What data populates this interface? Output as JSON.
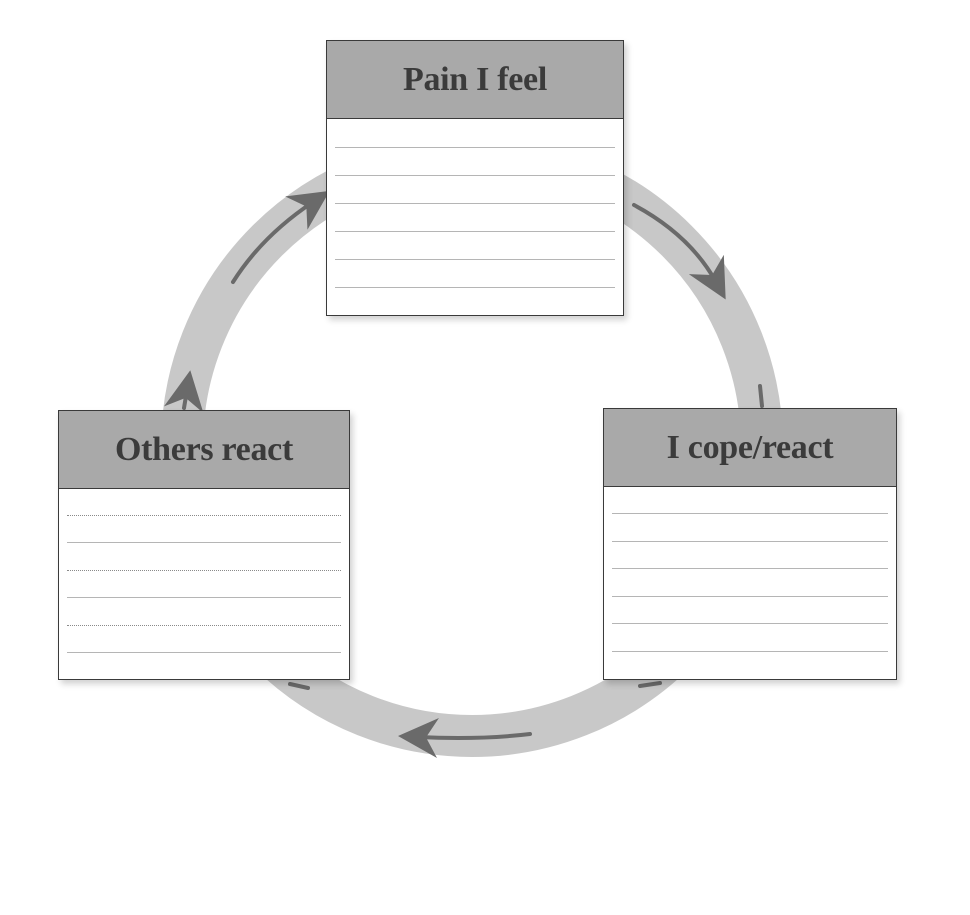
{
  "diagram": {
    "type": "cycle",
    "direction": "clockwise",
    "colors": {
      "header_fill": "#a9a9a9",
      "ring": "#c8c8c8",
      "arrow": "#6a6a6a",
      "border": "#3a3a3a"
    },
    "boxes": [
      {
        "id": "pain",
        "label": "Pain I feel",
        "position": "top",
        "lines": 6
      },
      {
        "id": "cope",
        "label": "I cope/react",
        "position": "bottom-right",
        "lines": 6
      },
      {
        "id": "others",
        "label": "Others react",
        "position": "bottom-left",
        "lines": 6
      }
    ],
    "arrows": [
      {
        "from": "pain",
        "to": "cope",
        "icon": "arrow-right-down-icon"
      },
      {
        "from": "cope",
        "to": "others",
        "icon": "arrow-left-icon"
      },
      {
        "from": "others",
        "to": "pain",
        "icon": "arrow-up-right-icon"
      }
    ]
  }
}
